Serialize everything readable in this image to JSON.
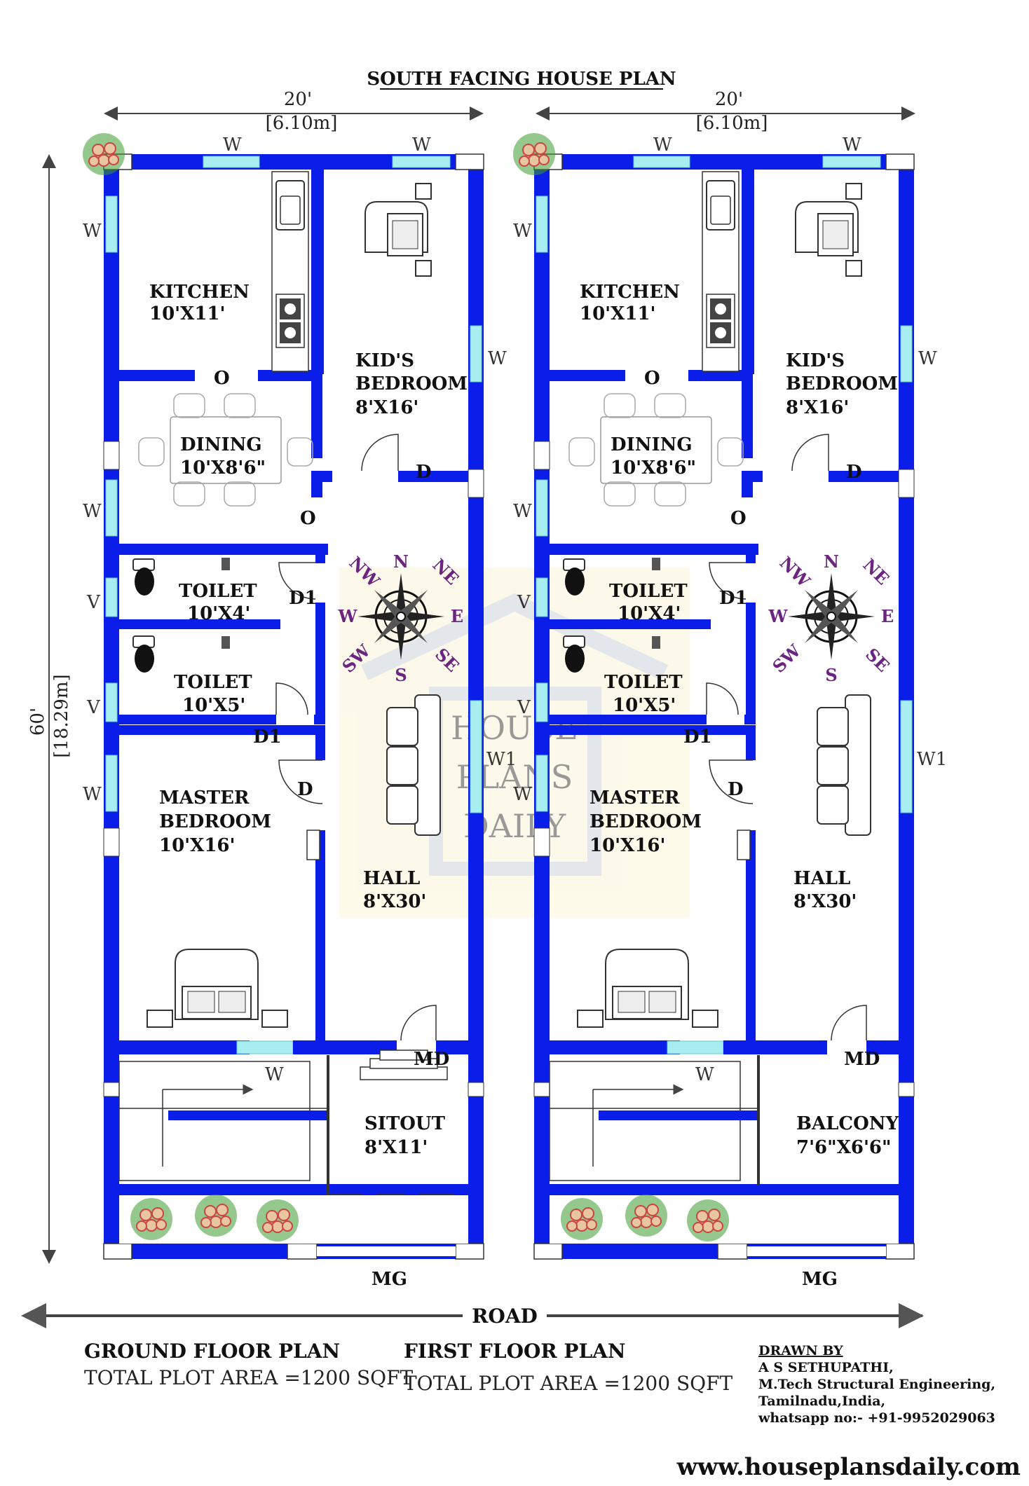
{
  "title": "SOUTH FACING HOUSE PLAN",
  "dims": {
    "width_ft": "20'",
    "width_m": "[6.10m]",
    "length_ft": "60'",
    "length_m": "[18.29m]"
  },
  "road": "ROAD",
  "ground": {
    "heading": "GROUND FLOOR PLAN",
    "area": "TOTAL PLOT AREA =1200 SQFT",
    "kitchen_name": "KITCHEN",
    "kitchen_size": "10'X11'",
    "kid_name1": "KID'S",
    "kid_name2": "BEDROOM",
    "kid_size": "8'X16'",
    "dining_name": "DINING",
    "dining_size": "10'X8'6\"",
    "toilet1_name": "TOILET",
    "toilet1_size": "10'X4'",
    "toilet2_name": "TOILET",
    "toilet2_size": "10'X5'",
    "master_name1": "MASTER",
    "master_name2": "BEDROOM",
    "master_size": "10'X16'",
    "hall_name": "HALL",
    "hall_size": "8'X30'",
    "front_name": "SITOUT",
    "front_size": "8'X11'"
  },
  "first": {
    "heading": "FIRST FLOOR PLAN",
    "area": "TOTAL PLOT AREA =1200 SQFT",
    "kitchen_name": "KITCHEN",
    "kitchen_size": "10'X11'",
    "kid_name1": "KID'S",
    "kid_name2": "BEDROOM",
    "kid_size": "8'X16'",
    "dining_name": "DINING",
    "dining_size": "10'X8'6\"",
    "toilet1_name": "TOILET",
    "toilet1_size": "10'X4'",
    "toilet2_name": "TOILET",
    "toilet2_size": "10'X5'",
    "master_name1": "MASTER",
    "master_name2": "BEDROOM",
    "master_size": "10'X16'",
    "hall_name": "HALL",
    "hall_size": "8'X30'",
    "front_name": "BALCONY",
    "front_size": "7'6\"X6'6\""
  },
  "marks": {
    "window": "W",
    "ventilator": "V",
    "opening": "O",
    "door": "D",
    "door1": "D1",
    "window1": "W1",
    "main_door": "MD",
    "main_gate": "MG"
  },
  "compass": {
    "n": "N",
    "s": "S",
    "e": "E",
    "w": "W",
    "ne": "NE",
    "nw": "NW",
    "se": "SE",
    "sw": "SW"
  },
  "watermark": {
    "line1": "HOUSE",
    "line2": "PLANS",
    "line3": "DAILY"
  },
  "credits": {
    "heading": "DRAWN BY",
    "name": "A S SETHUPATHI,",
    "degree": "M.Tech Structural Engineering,",
    "place": "Tamilnadu,India,",
    "phone": "whatsapp no:- +91-9952029063"
  },
  "website": "www.houseplansdaily.com",
  "colors": {
    "wall": "#0b1de8",
    "window": "#a8eef0",
    "compass": "#6b2580"
  }
}
